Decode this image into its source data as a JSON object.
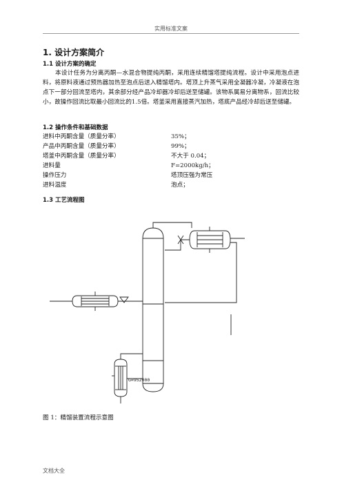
{
  "header": {
    "text": "实用标准文案"
  },
  "section1": {
    "title": "1. 设计方案简介"
  },
  "section1_1": {
    "title": "1.1 设计方案的确定",
    "paragraph": "本设计任务为分离丙酮—水混合物提纯丙酮，采用连续精馏塔提纯流程。设计中采用泡点进料，将原料液通过预热器加热至泡点后送入精馏塔内。塔顶上升蒸气采用全凝器冷凝，冷凝液在泡点下一部分回流至塔内，其余部分经产品冷却器冷却后送至储罐。该物系属易分离物系，回流比较小，故操作回流比取最小回流比的1.5倍。塔釜采用直接蒸汽加热，塔底产品经冷却后送至储罐。"
  },
  "section1_2": {
    "title": "1.2  操作条件和基础数据",
    "rows": [
      {
        "label": "进料中丙酮含量（质量分率）",
        "value": "35%；"
      },
      {
        "label": "产品中丙酮含量（质量分率）",
        "value": "99%；"
      },
      {
        "label": "塔釜中丙酮含量（质量分率）",
        "value": "不大于 0.04；"
      },
      {
        "label": "进料量",
        "value": "F=2000kg/h；"
      },
      {
        "label": "操作压力",
        "value": "塔顶压强为常压"
      },
      {
        "label": "进料温度",
        "value": "泡点；"
      }
    ]
  },
  "section1_3": {
    "title": "1.3 工艺流程图",
    "diagram_label": "G=952000",
    "caption": "图 1：精馏装置流程示意图"
  },
  "footer": {
    "text": "文档大全"
  }
}
